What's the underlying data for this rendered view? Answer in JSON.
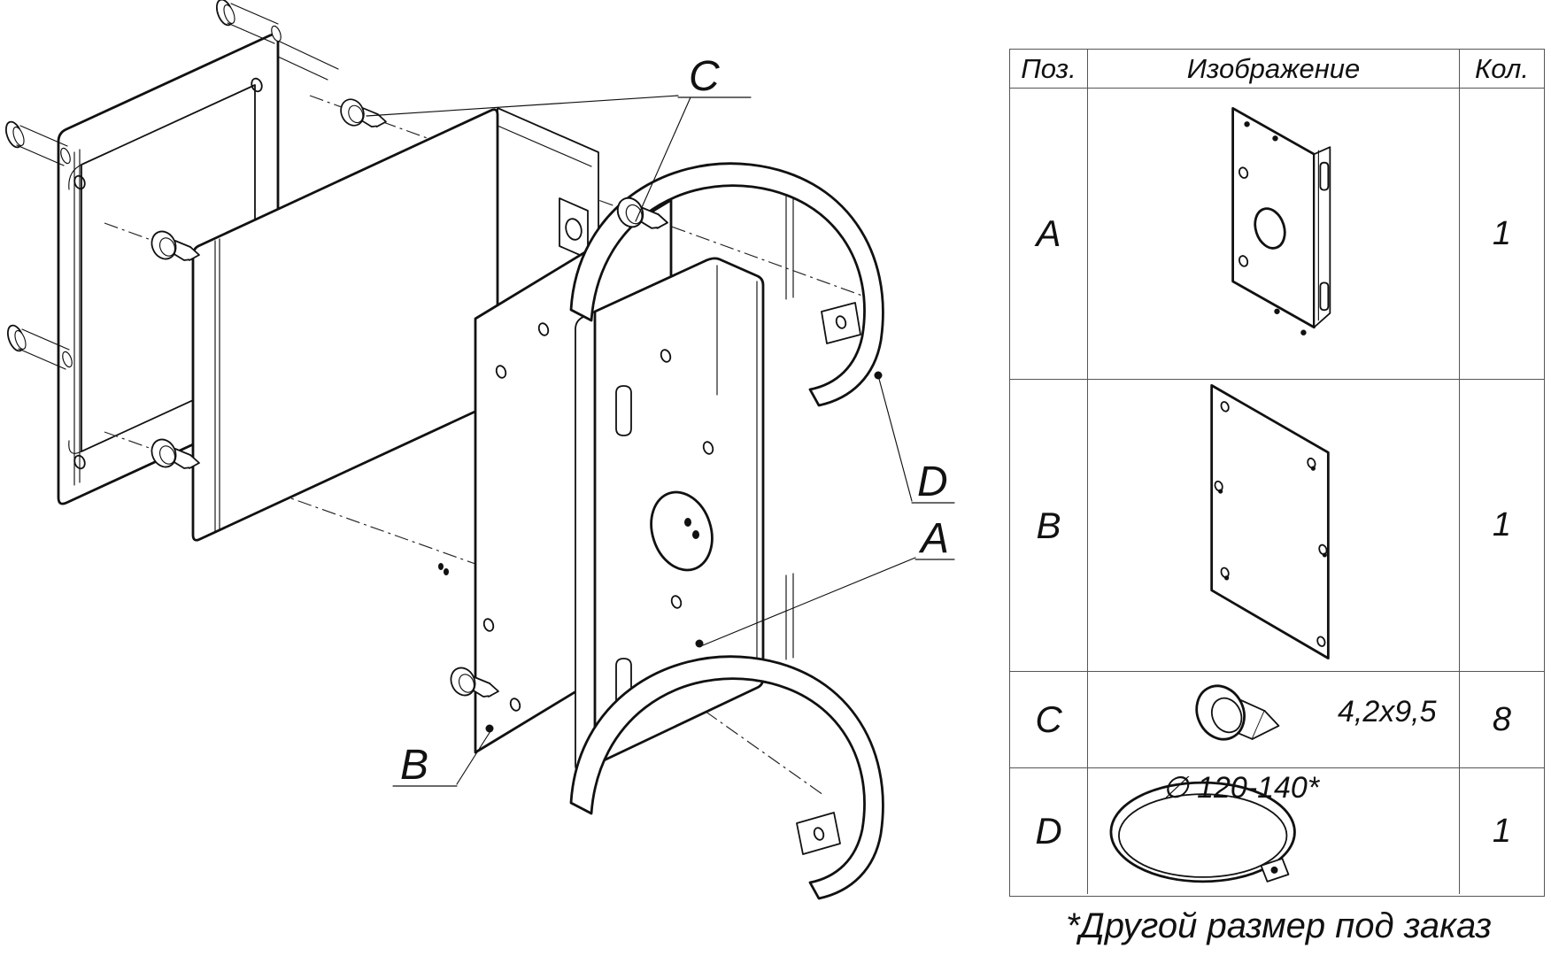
{
  "diagram": {
    "label_a": "A",
    "label_b": "B",
    "label_c": "C",
    "label_d": "D"
  },
  "table": {
    "header": {
      "pos": "Поз.",
      "image": "Изображение",
      "qty": "Кол."
    },
    "rows": {
      "a": {
        "pos": "A",
        "qty": "1"
      },
      "b": {
        "pos": "B",
        "qty": "1"
      },
      "c": {
        "pos": "C",
        "qty": "8",
        "size_note": "4,2x9,5"
      },
      "d": {
        "pos": "D",
        "qty": "1",
        "size_note": "∅ 120-140*"
      }
    },
    "footnote": "*Другой размер под заказ"
  }
}
